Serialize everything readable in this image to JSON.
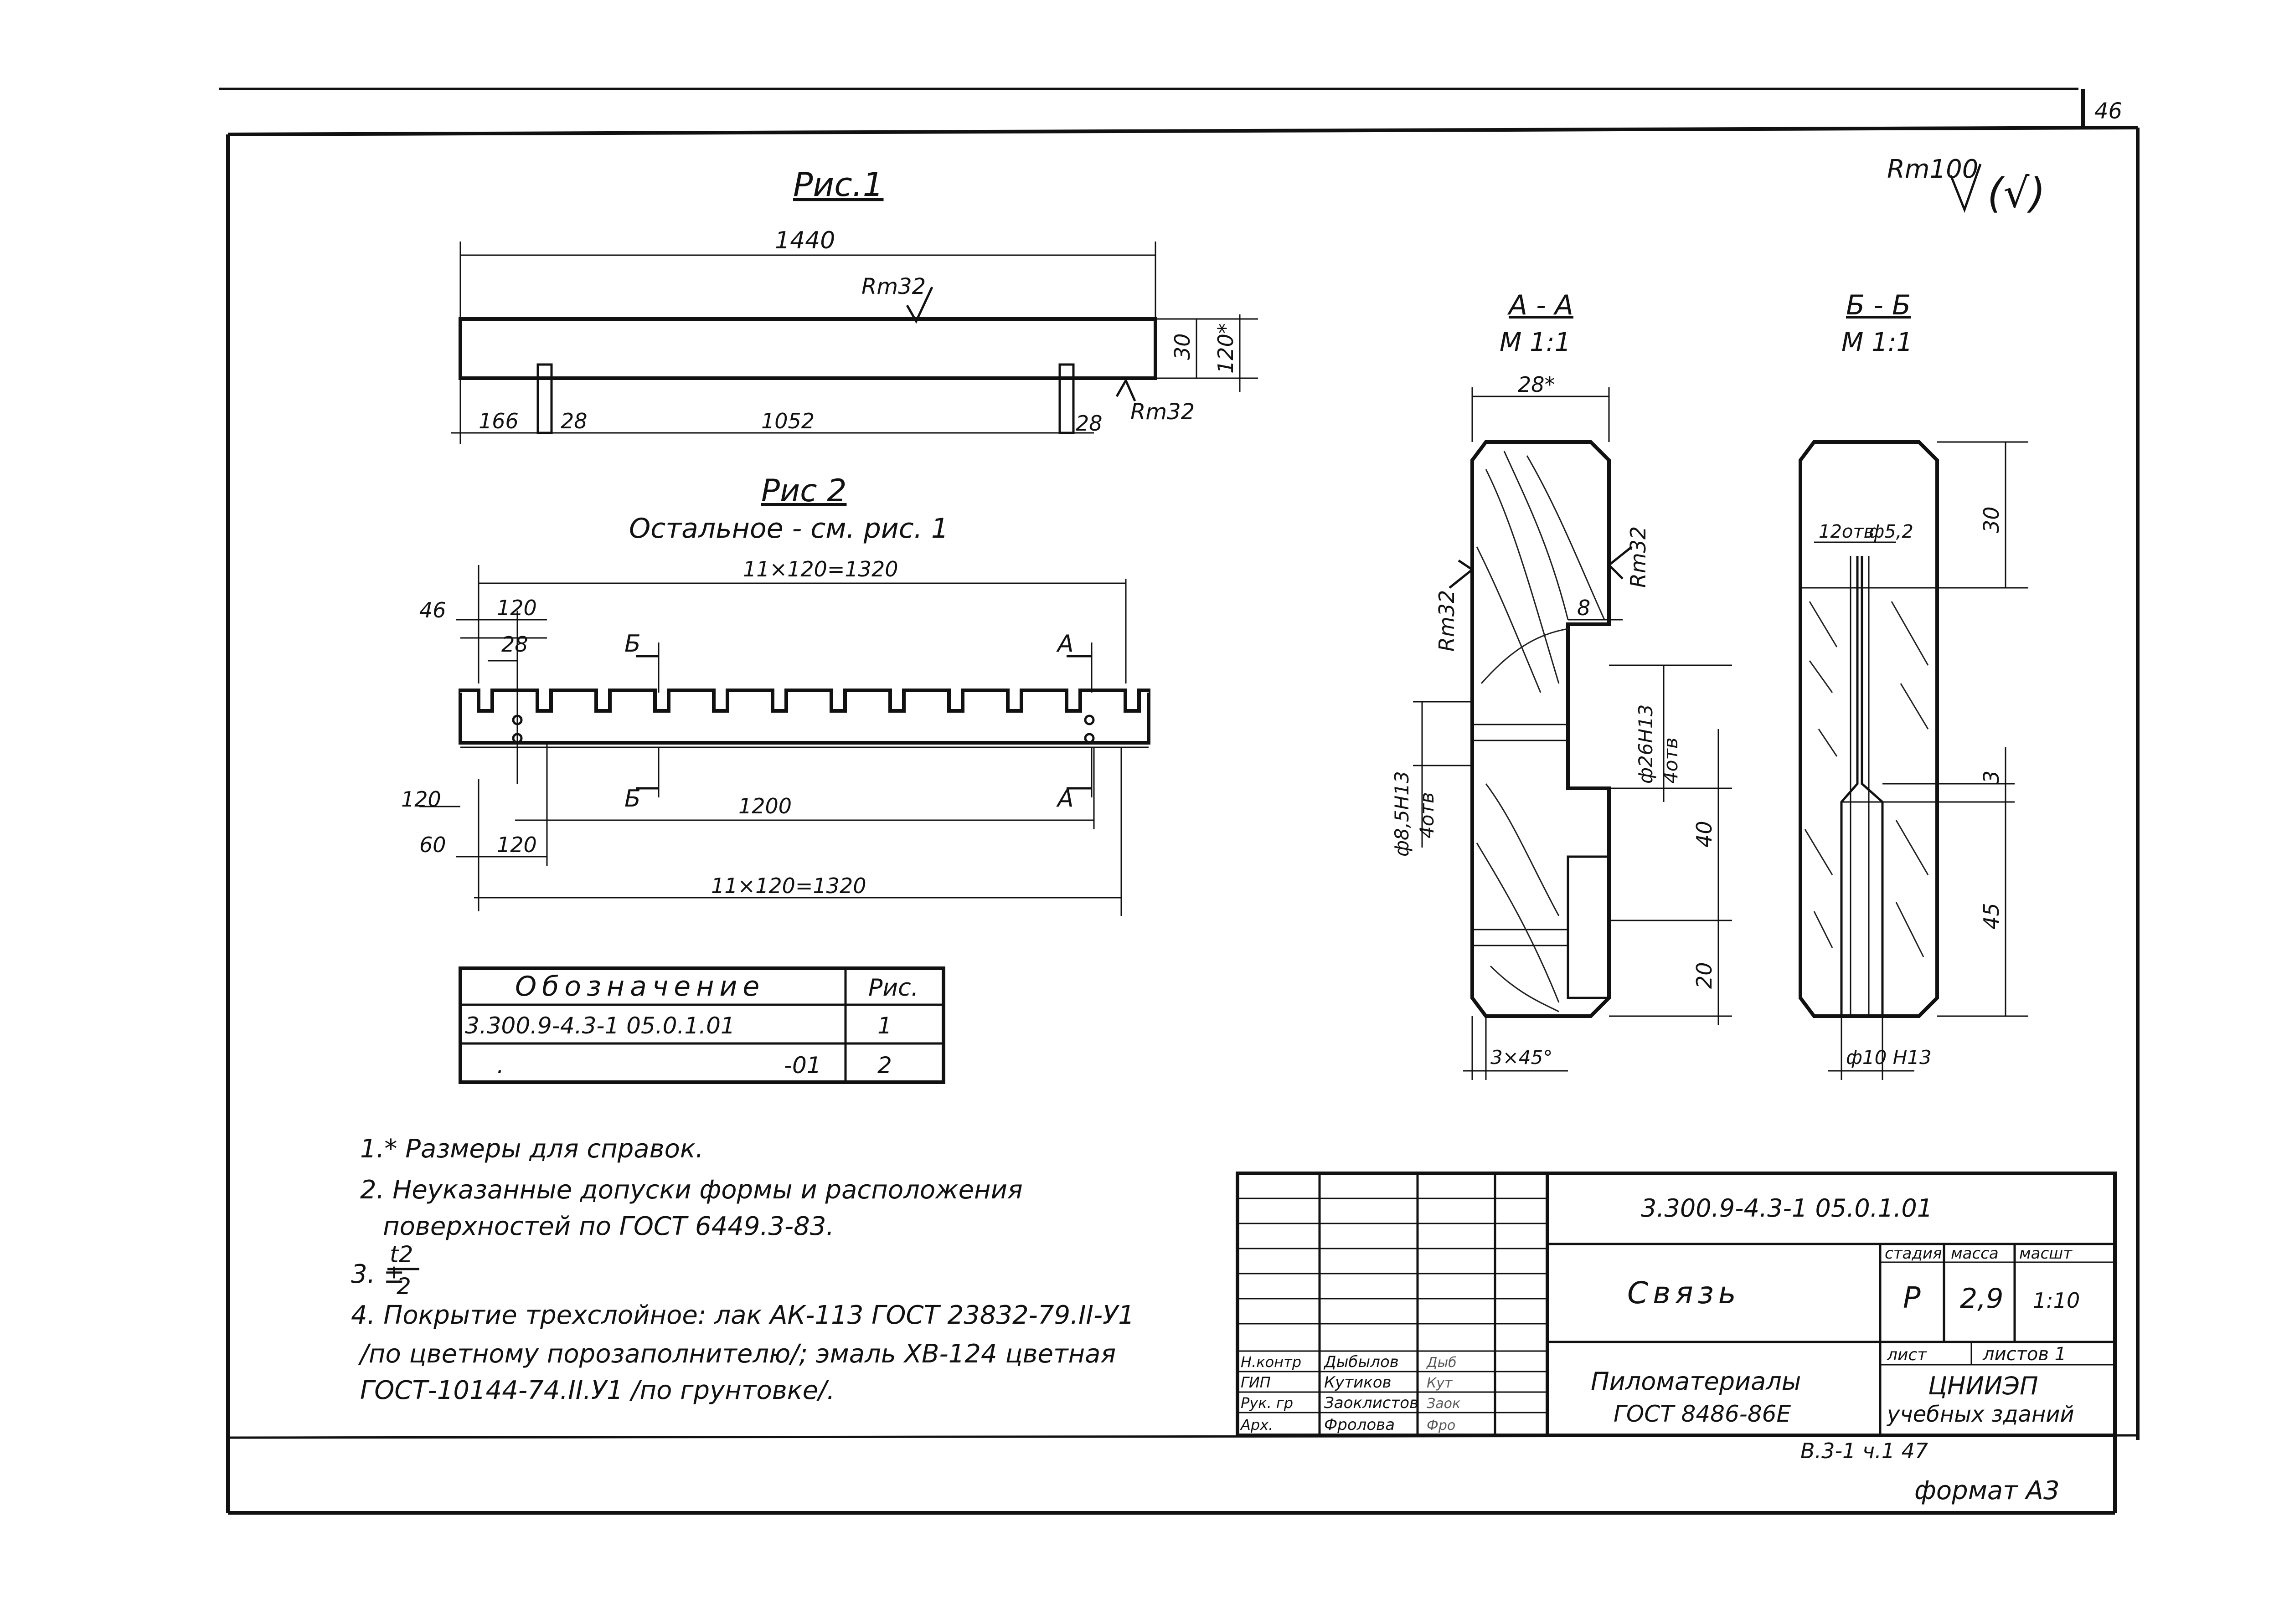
{
  "sheet": {
    "page_number": "46",
    "general_roughness": "Rm100",
    "general_roughness_suffix": "(√)",
    "format": "формат А3",
    "bottom_ref": "В.3-1  ч.1  47"
  },
  "fig1": {
    "title": "Рис.1",
    "length": "1440",
    "roughness_top": "Rm32",
    "roughness_side": "Rm32",
    "dim_30": "30",
    "dim_120": "120*",
    "dim_166": "166",
    "dim_28a": "28",
    "dim_1052": "1052",
    "dim_28b": "28"
  },
  "fig2": {
    "title": "Рис 2",
    "subtitle": "Остальное - см. рис. 1",
    "top_total": "11×120=1320",
    "dim_46": "46",
    "dim_120_top": "120",
    "dim_28": "28",
    "sec_b": "Б",
    "sec_a": "А",
    "dim_120_left": "120",
    "dim_60": "60",
    "dim_120_bottom": "120",
    "dim_1200": "1200",
    "bottom_total": "11×120=1320"
  },
  "section_aa": {
    "title": "А - А",
    "scale": "М 1:1",
    "width": "28*",
    "rough_left": "Rm32",
    "rough_right": "Rm32",
    "dim_8": "8",
    "hole_small": "ф8,5Н13",
    "hole_small_count": "4отв",
    "hole_big": "ф26Н13",
    "hole_big_count": "4отв",
    "dim_40": "40",
    "dim_20": "20",
    "chamfer": "3×45°"
  },
  "section_bb": {
    "title": "Б - Б",
    "scale": "М 1:1",
    "holes": "12отв",
    "hole_d": "ф5,2",
    "dim_30": "30",
    "dim_3": "3",
    "dim_45": "45",
    "hole_bottom": "ф10 Н13"
  },
  "spec_table": {
    "headers": [
      "Обозначение",
      "Рис."
    ],
    "rows": [
      [
        "3.300.9-4.3-1 05.0.1.01",
        "1"
      ],
      [
        ".",
        "-01",
        "2"
      ]
    ]
  },
  "notes": [
    "1.* Размеры для справок.",
    "2. Неуказанные допуски формы и расположения",
    "поверхностей по ГОСТ 6449.3-83.",
    "3. ±",
    "t2",
    "2",
    "4. Покрытие трехслойное: лак АК-113 ГОСТ 23832-79.II-У1",
    "/по цветному порозаполнителю/; эмаль ХВ-124 цветная",
    "ГОСТ-10144-74.II.У1 /по грунтовке/."
  ],
  "title_block": {
    "doc_code": "3.300.9-4.3-1 05.0.1.01",
    "name": "Связь",
    "hdr_stage": "стадия",
    "hdr_mass": "масса",
    "hdr_scale": "масшт",
    "stage": "Р",
    "mass": "2,9",
    "scale": "1:10",
    "sheet": "лист",
    "sheets": "листов 1",
    "material": "Пиломатериалы",
    "material_std": "ГОСТ 8486-86Е",
    "org": "ЦНИИЭП",
    "org2": "учебных зданий",
    "roles": [
      {
        "role": "Н.контр",
        "name": "Дыбылов",
        "sign": "Дыб"
      },
      {
        "role": "ГИП",
        "name": "Кутиков",
        "sign": "Кут"
      },
      {
        "role": "Рук. гр",
        "name": "Заоклистов",
        "sign": "Заок"
      },
      {
        "role": "Арх.",
        "name": "Фролова",
        "sign": "Фро"
      }
    ]
  }
}
